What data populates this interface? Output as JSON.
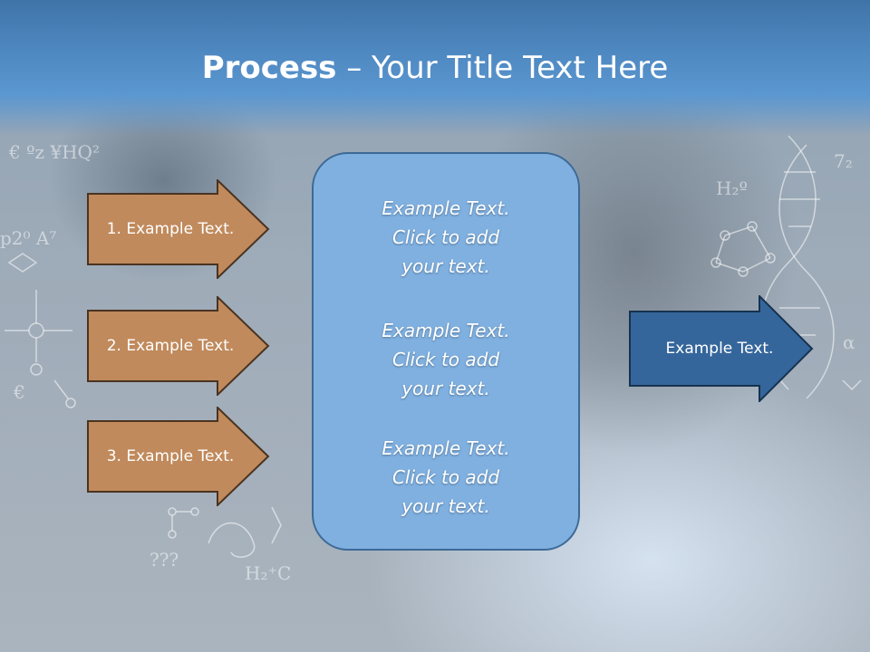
{
  "slide": {
    "title_bold": "Process",
    "title_rest": " – Your Title Text Here"
  },
  "steps": [
    {
      "label": "1. Example Text."
    },
    {
      "label": "2. Example Text."
    },
    {
      "label": "3. Example Text."
    }
  ],
  "panel": {
    "blocks": [
      {
        "line1": "Example Text.",
        "line2": "Click  to add",
        "line3": "your text."
      },
      {
        "line1": "Example Text.",
        "line2": "Click  to add",
        "line3": "your text."
      },
      {
        "line1": "Example Text.",
        "line2": "Click  to add",
        "line3": "your text."
      }
    ]
  },
  "result": {
    "label": "Example Text."
  },
  "colors": {
    "step_fill": "#c08a5c",
    "step_border": "#4a3320",
    "panel_fill": "#7fb0e0",
    "result_fill": "#35669b",
    "header": "#4f89c2"
  },
  "background_icons": [
    "chemistry-formula-icon",
    "dna-helix-icon",
    "molecule-icon"
  ]
}
